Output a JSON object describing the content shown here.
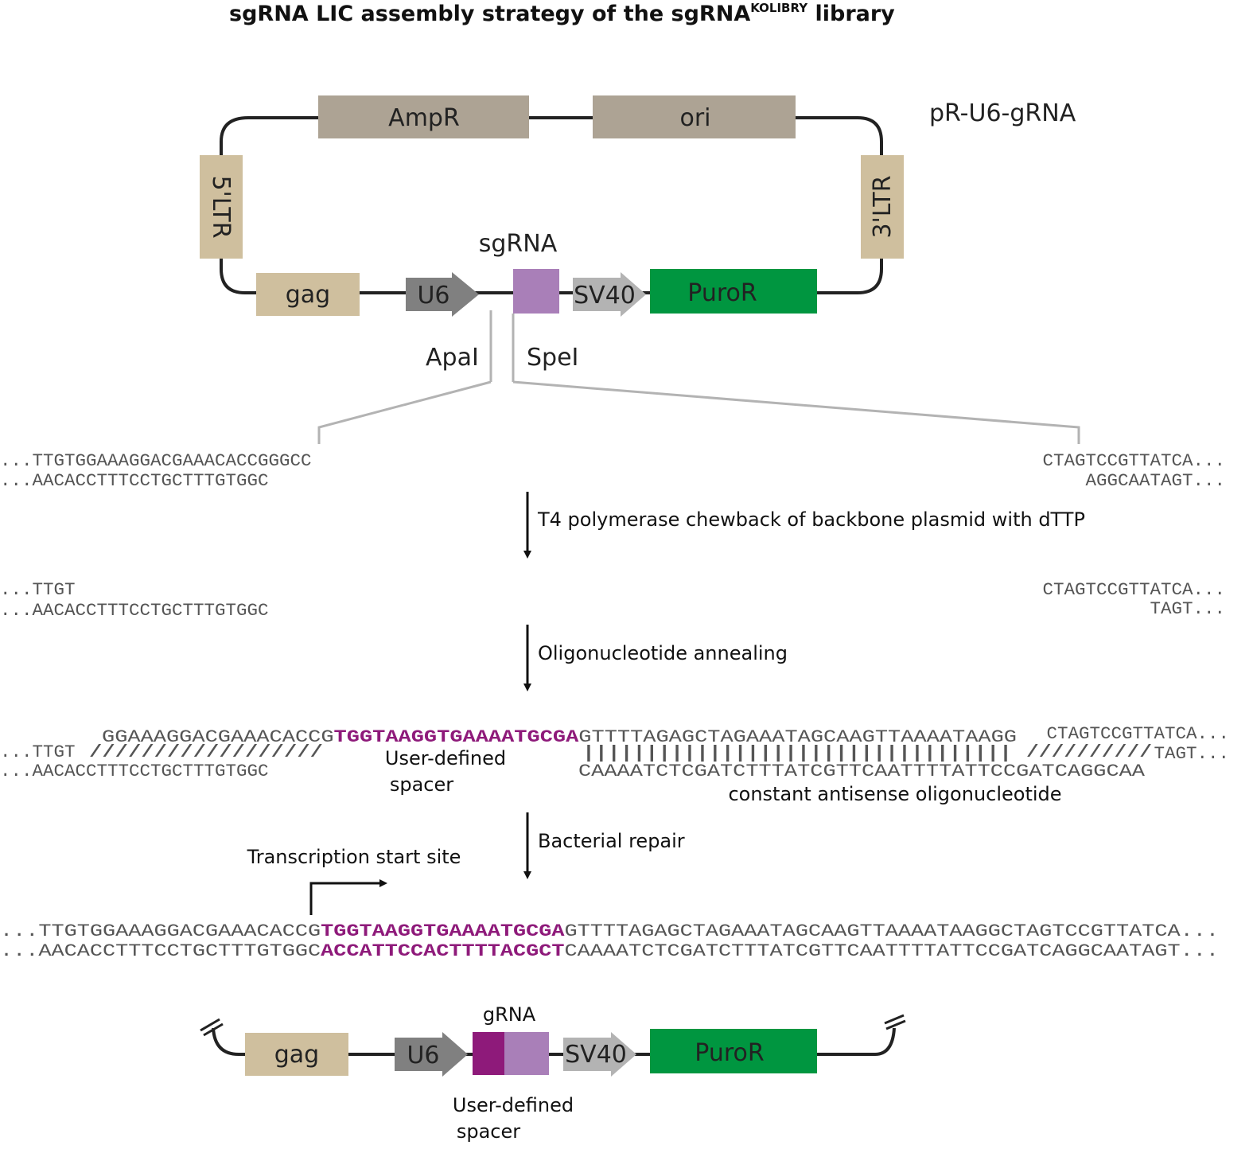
{
  "title": {
    "main": "sgRNA LIC assembly strategy of the sgRNA",
    "superscript": "KOLIBRY",
    "suffix": " library"
  },
  "plasmid": {
    "name": "pR-U6-gRNA",
    "features": {
      "ampr": "AmpR",
      "ori": "ori",
      "ltr5": "5'LTR",
      "ltr3": "3'LTR",
      "gag": "gag",
      "u6": "U6",
      "sgrna": "sgRNA",
      "sv40": "SV40",
      "puror": "PuroR"
    },
    "sites": {
      "apai": "ApaI",
      "spei": "SpeI"
    }
  },
  "steps": [
    "T4 polymerase chewback of backbone plasmid with dTTP",
    "Oligonucleotide annealing",
    "Bacterial repair"
  ],
  "sequences": {
    "cut_left_top": "...TTGTGGAAAGGACGAAACACCGGGCC",
    "cut_left_bottom": "...AACACCTTTCCTGCTTTGTGGC",
    "cut_right_top": "CTAGTCCGTTATCA...",
    "cut_right_bottom": "AGGCAATAGT...",
    "chew_left_top": "...TTGT",
    "chew_left_bottom": "...AACACCTTTCCTGCTTTGTGGC",
    "chew_right_top": "CTAGTCCGTTATCA...",
    "chew_right_bottom": "TAGT...",
    "anneal_left_top": "...TTGT",
    "anneal_left_bottom": "...AACACCTTTCCTGCTTTGTGGC",
    "anneal_oligo_prefix": "GGAAAGGACGAAACACCG",
    "anneal_oligo_spacer": "TGGTAAGGTGAAAATGCGA",
    "anneal_oligo_suffix": "GTTTTAGAGCTAGAAATAGCAAGTTAAAATAAGG",
    "anneal_right_top": "CTAGTCCGTTATCA...",
    "anneal_right_bottom": "TAGT...",
    "anneal_antisense": "CAAAATCTCGATCTTTATCGTTCAATTTTATTCCGATCAGGCAA",
    "final_top_prefix": "...TTGTGGAAAGGACGAAACACCG",
    "final_top_spacer": "TGGTAAGGTGAAAATGCGA",
    "final_top_suffix": "GTTTTAGAGCTAGAAATAGCAAGTTAAAATAAGGCTAGTCCGTTATCA...",
    "final_bottom_prefix": "...AACACCTTTCCTGCTTTGTGGC",
    "final_bottom_spacer": "ACCATTCCACTTTTACGCT",
    "final_bottom_suffix": "CAAAATCTCGATCTTTATCGTTCAATTTTATTCCGATCAGGCAATAGT..."
  },
  "annotations": {
    "spacer_line1": "User-defined",
    "spacer_line2": "spacer",
    "antisense": "constant antisense oligonucleotide",
    "tss": "Transcription start site"
  },
  "final_construct": {
    "gag": "gag",
    "u6": "U6",
    "grna": "gRNA",
    "sv40": "SV40",
    "puror": "PuroR",
    "spacer_line1": "User-defined",
    "spacer_line2": "spacer"
  },
  "colors": {
    "tan": "#cfbf9e",
    "taupe": "#ada394",
    "gray_dark": "#808080",
    "gray_light": "#b3b3b3",
    "lilac": "#a97fb8",
    "magenta": "#8e1a7a",
    "green": "#009640",
    "line": "#222222"
  }
}
